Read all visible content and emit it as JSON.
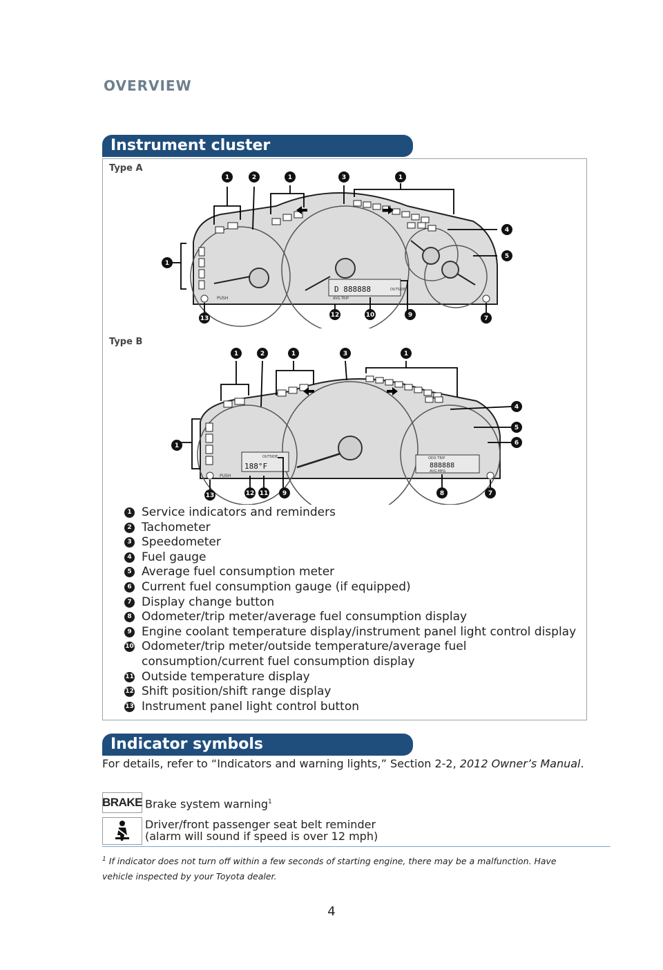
{
  "header": {
    "section": "OVERVIEW"
  },
  "cluster": {
    "title": "Instrument cluster",
    "type_a": "Type A",
    "type_b": "Type B",
    "legend": [
      {
        "n": "1",
        "text": "Service indicators and reminders"
      },
      {
        "n": "2",
        "text": "Tachometer"
      },
      {
        "n": "3",
        "text": "Speedometer"
      },
      {
        "n": "4",
        "text": "Fuel gauge"
      },
      {
        "n": "5",
        "text": "Average fuel consumption meter"
      },
      {
        "n": "6",
        "text": "Current fuel consumption gauge (if equipped)"
      },
      {
        "n": "7",
        "text": "Display change button"
      },
      {
        "n": "8",
        "text": "Odometer/trip meter/average fuel consumption display"
      },
      {
        "n": "9",
        "text": "Engine coolant temperature display/instrument panel light control display"
      },
      {
        "n": "10",
        "text": "Odometer/trip meter/outside temperature/average fuel consumption/current fuel consumption display"
      },
      {
        "n": "11",
        "text": "Outside temperature display"
      },
      {
        "n": "12",
        "text": "Shift position/shift range display"
      },
      {
        "n": "13",
        "text": "Instrument panel light control button"
      }
    ],
    "dial_text": {
      "push": "PUSH",
      "outside": "OUTSIDE",
      "odo_trip": "ODO TRIP",
      "avg_trip": "AVG.TRIP",
      "avg_mpg": "AVG.MPG",
      "temp_readout": "188°F"
    }
  },
  "indicators": {
    "title": "Indicator symbols",
    "intro": "For details, refer to “Indicators and warning lights,” Section 2-2, ",
    "intro_ref": "2012 Owner’s Manual",
    "intro_end": ".",
    "items": [
      {
        "icon": "brake-warning-icon",
        "icon_text": "BRAKE",
        "label": "Brake system warning",
        "sup": "1"
      },
      {
        "icon": "seat-belt-icon",
        "label_line1": "Driver/front passenger seat belt reminder",
        "label_line2": "(alarm will sound if speed is over 12 mph)"
      }
    ]
  },
  "footnote": {
    "mark": "1",
    "text": "If indicator does not turn off within a few seconds of starting engine, there may be a malfunction. Have vehicle inspected by your Toyota dealer."
  },
  "page_number": "4"
}
